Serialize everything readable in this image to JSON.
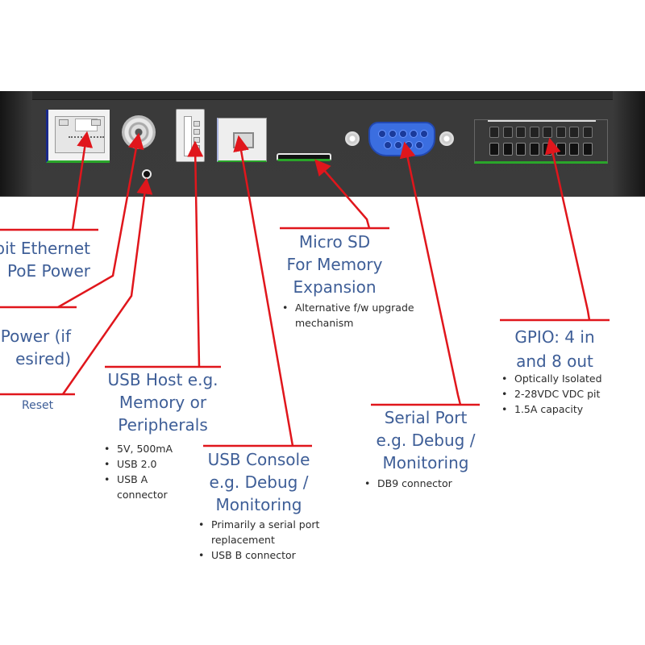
{
  "diagram": {
    "title": "Device connector panel callouts",
    "colors": {
      "panel": "#3b3b3b",
      "callout_line": "#e0161c",
      "label_text": "#3e5e97",
      "bullet_text": "#2b2b2b",
      "db9_blue": "#3b6ee0",
      "pcb_green": "#2aa52a"
    },
    "components": [
      {
        "id": "ethernet",
        "icon": "rj45-port-icon"
      },
      {
        "id": "dc-power",
        "icon": "dc-barrel-jack-icon"
      },
      {
        "id": "reset",
        "icon": "reset-pinhole-icon"
      },
      {
        "id": "usb-host",
        "icon": "usb-a-port-icon"
      },
      {
        "id": "usb-console",
        "icon": "usb-b-port-icon"
      },
      {
        "id": "micro-sd",
        "icon": "micro-sd-slot-icon"
      },
      {
        "id": "serial",
        "icon": "db9-port-icon"
      },
      {
        "id": "gpio",
        "icon": "terminal-block-icon"
      }
    ],
    "callouts": {
      "ethernet": {
        "lines": [
          "bit Ethernet",
          "PoE Power"
        ]
      },
      "power": {
        "lines": [
          "Power (if",
          "esired)"
        ]
      },
      "reset": {
        "label": "Reset"
      },
      "usb_host": {
        "lines": [
          "USB Host e.g.",
          "Memory or",
          "Peripherals"
        ],
        "bullets": [
          "5V, 500mA",
          "USB 2.0",
          "USB A connector"
        ]
      },
      "usb_console": {
        "lines": [
          "USB Console",
          "e.g. Debug /",
          "Monitoring"
        ],
        "bullets": [
          "Primarily a serial port replacement",
          "USB B connector"
        ]
      },
      "micro_sd": {
        "lines": [
          "Micro SD",
          "For Memory",
          "Expansion"
        ],
        "bullets": [
          "Alternative f/w upgrade mechanism"
        ]
      },
      "serial": {
        "lines": [
          "Serial Port",
          "e.g. Debug /",
          "Monitoring"
        ],
        "bullets": [
          "DB9 connector"
        ]
      },
      "gpio": {
        "lines": [
          "GPIO: 4 in",
          "and 8 out"
        ],
        "bullets": [
          "Optically Isolated",
          "2-28VDC VDC pit",
          "1.5A capacity"
        ]
      }
    }
  }
}
